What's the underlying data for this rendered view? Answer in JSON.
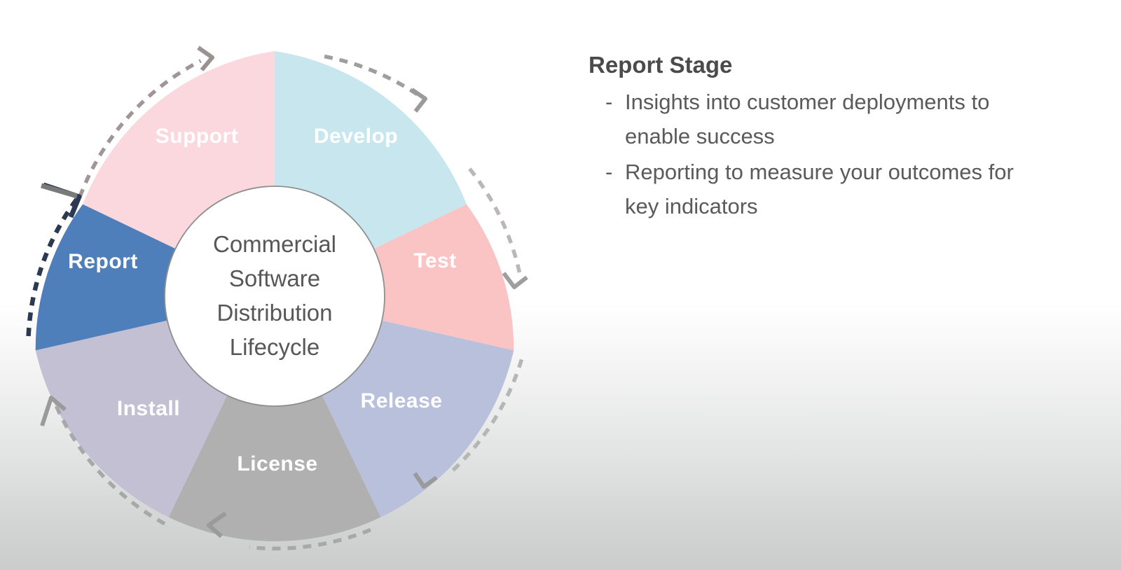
{
  "slide": {
    "background_top_color": "#ffffff",
    "background_bottom_color": "#cbcccc"
  },
  "wheel": {
    "hub": {
      "lines": [
        "Commercial",
        "Software",
        "Distribution",
        "Lifecycle"
      ],
      "fill_color": "#ffffff",
      "text_color": "#575757"
    },
    "segments": [
      {
        "label": "Develop",
        "color": "#c7e6ee",
        "arrow_color": "#9a9a9a",
        "highlight": false
      },
      {
        "label": "Test",
        "color": "#fbc4c4",
        "arrow_color": "#9a9a9a",
        "highlight": false
      },
      {
        "label": "Release",
        "color": "#b8c0dc",
        "arrow_color": "#9a9a9a",
        "highlight": false
      },
      {
        "label": "License",
        "color": "#b0b0b0",
        "arrow_color": "#8f8f8f",
        "highlight": false
      },
      {
        "label": "Install",
        "color": "#c3c0d4",
        "arrow_color": "#9a9a9a",
        "highlight": false
      },
      {
        "label": "Report",
        "color": "#4e7fba",
        "arrow_color": "#2b3952",
        "highlight": true
      },
      {
        "label": "Support",
        "color": "#fbd7de",
        "arrow_color": "#a09698",
        "highlight": false
      }
    ]
  },
  "chart_data": {
    "type": "pie",
    "title": "Commercial Software Distribution Lifecycle",
    "categories": [
      "Develop",
      "Test",
      "Release",
      "License",
      "Install",
      "Report",
      "Support"
    ],
    "values": [
      1,
      1,
      1,
      1,
      1,
      1,
      1
    ],
    "colors": [
      "#c7e6ee",
      "#fbc4c4",
      "#b8c0dc",
      "#b0b0b0",
      "#c3c0d4",
      "#4e7fba",
      "#fbd7de"
    ],
    "highlighted": "Report",
    "legend": "none",
    "notes": "Seven equal segments of a donut cycle diagram, clockwise starting at 12 o'clock; each slice spans 51.43 degrees."
  },
  "panel": {
    "title": "Report Stage",
    "bullets": [
      {
        "marker": "-",
        "text": "Insights into customer deployments to enable success"
      },
      {
        "marker": "-",
        "text": "Reporting to measure your outcomes for key indicators"
      }
    ]
  }
}
